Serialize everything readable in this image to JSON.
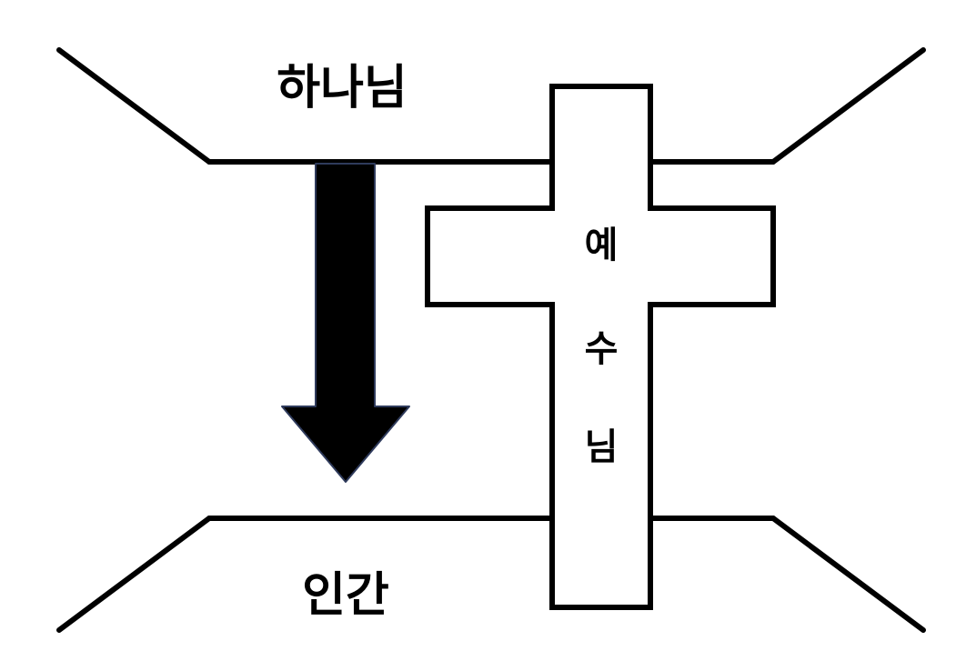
{
  "diagram": {
    "top_label": "하나님",
    "bottom_label": "인간",
    "cross_text": [
      "예",
      "수",
      "님"
    ]
  },
  "colors": {
    "line": "#000000",
    "arrow_fill": "#000000",
    "arrow_outline": "#2f3b5c",
    "background": "#ffffff"
  }
}
